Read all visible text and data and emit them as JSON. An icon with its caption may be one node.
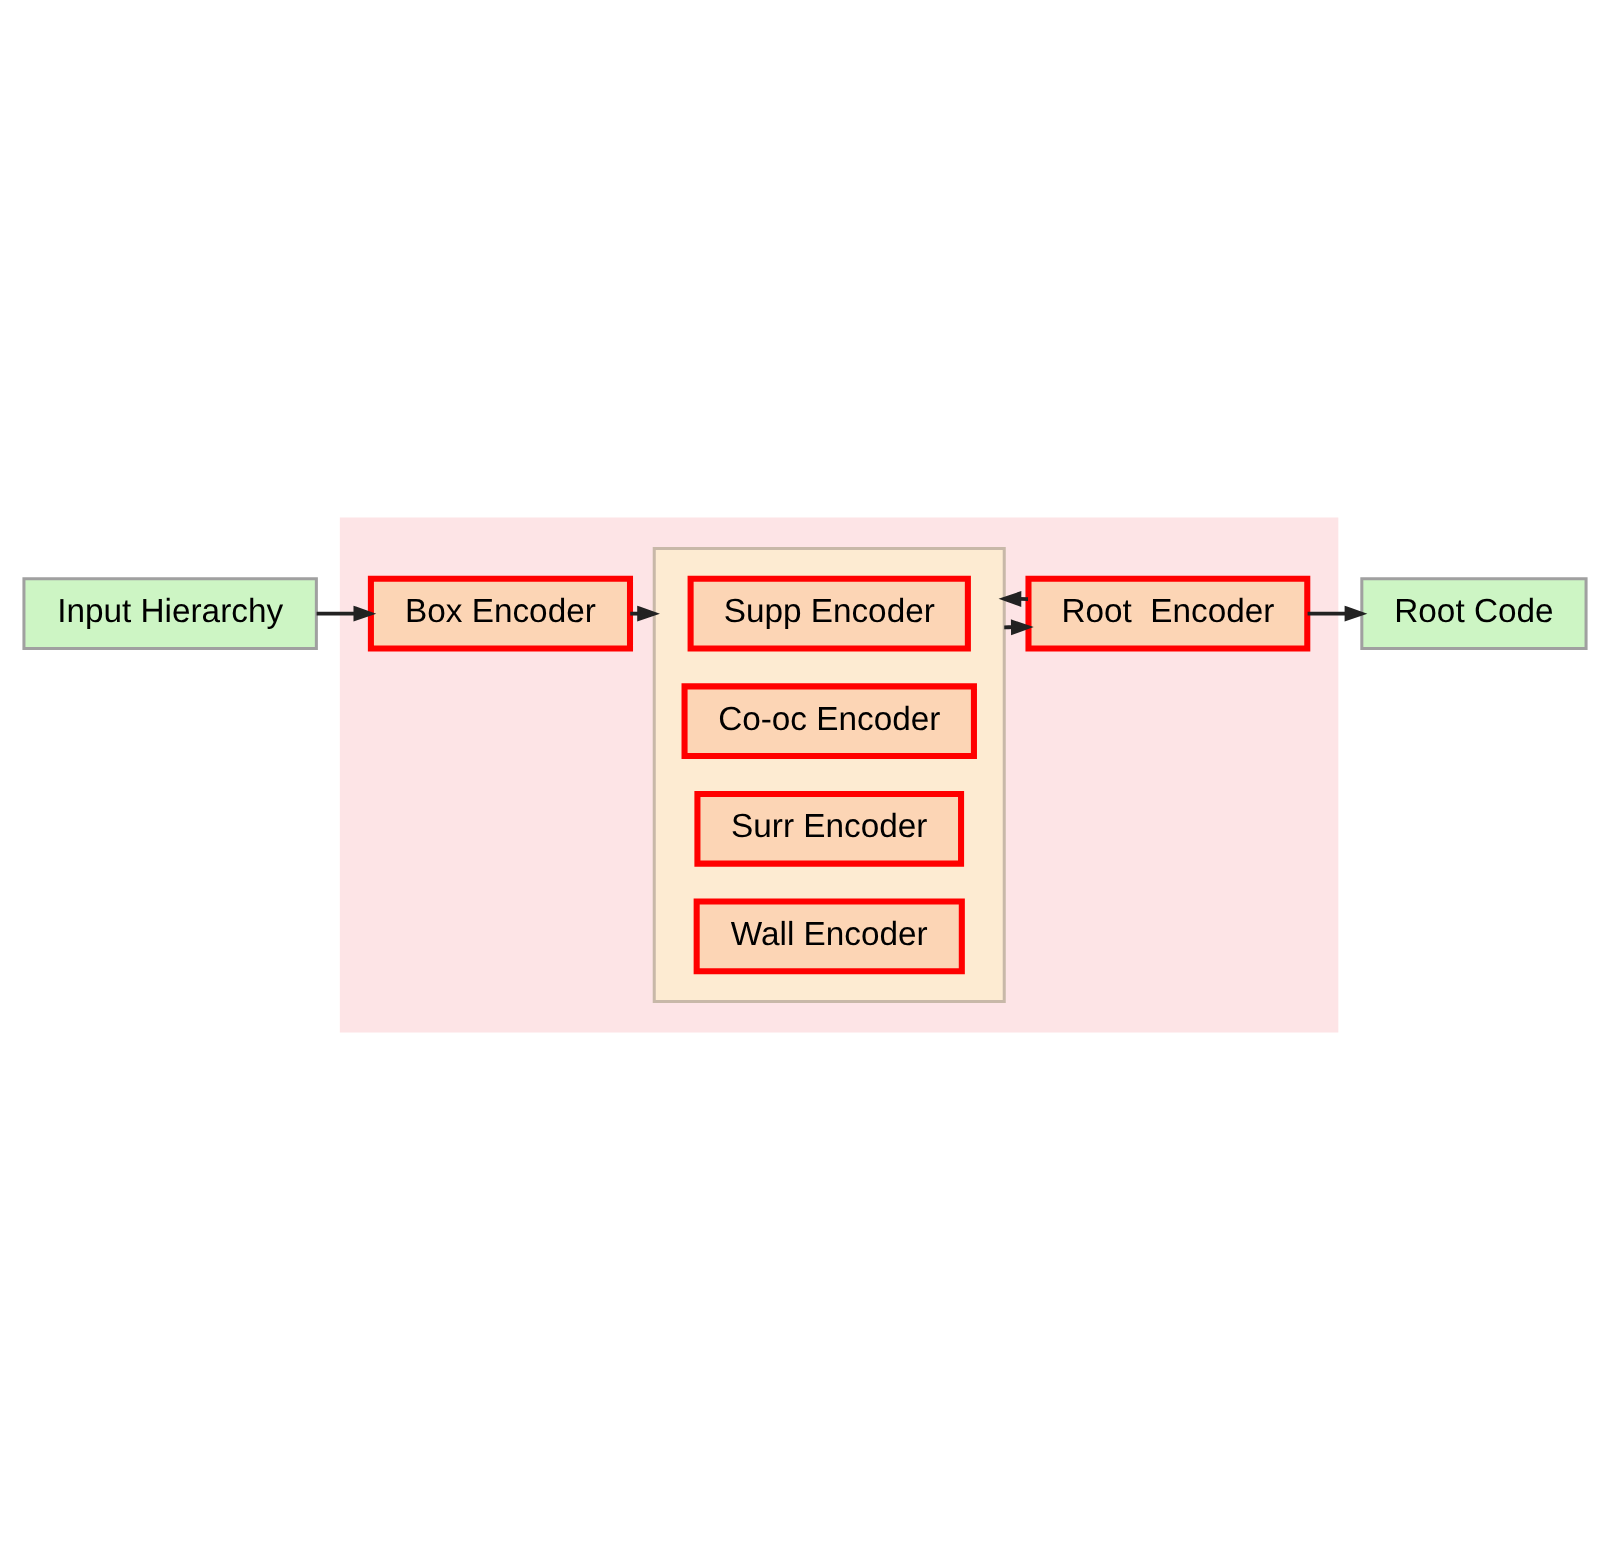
{
  "diagram": {
    "nodes": [
      {
        "text": [
          "Input Hierarchy"
        ]
      },
      {
        "text": [],
        "shape": "box"
      },
      {
        "text": [
          "Box Encoder"
        ],
        "in": 1
      },
      {
        "text": [],
        "shape": "box",
        "in": 1
      },
      {
        "text": [
          "Supp Encoder"
        ],
        "in": 3
      },
      {
        "text": [
          "Co-oc Encoder"
        ],
        "in": 3
      },
      {
        "text": [
          "Surr Encoder"
        ],
        "in": 3
      },
      {
        "text": [
          "Wall Encoder"
        ],
        "in": 3
      },
      {
        "text": [
          "Root  Encoder"
        ],
        "in": 1
      },
      {
        "text": [
          "Root Code"
        ]
      }
    ],
    "edges": [
      {
        "from": 0,
        "to": 2,
        "arrow": "to"
      },
      {
        "from": 2,
        "to": 3,
        "arrow": "to"
      },
      {
        "from": 3,
        "to": 8,
        "arrow": "to"
      },
      {
        "from": 8,
        "to": 9,
        "arrow": "to"
      },
      {
        "from": 8,
        "to": 3,
        "arrow": "to"
      }
    ]
  }
}
